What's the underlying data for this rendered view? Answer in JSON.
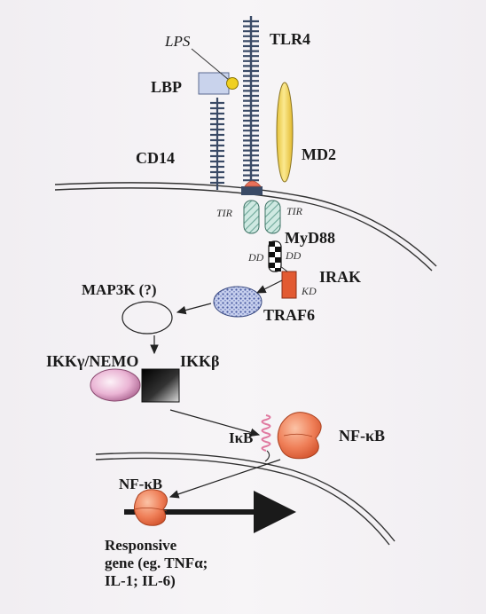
{
  "labels": {
    "lps": "LPS",
    "tlr4": "TLR4",
    "lbp": "LBP",
    "md2": "MD2",
    "cd14": "CD14",
    "tir_left": "TIR",
    "tir_right": "TIR",
    "myd88": "MyD88",
    "dd_left": "DD",
    "dd_right": "DD",
    "irak": "IRAK",
    "kd": "KD",
    "map3k": "MAP3K (?)",
    "traf6": "TRAF6",
    "ikk_nemo": "IKKγ/NEMO",
    "ikk_beta": "IKKβ",
    "ikb": "IκB",
    "nfkb_cyto": "NF-κB",
    "nfkb_nuclear": "NF-κB",
    "gene_line1": "Responsive",
    "gene_line2": "gene (eg. TNFα;",
    "gene_line3": "IL-1; IL-6)"
  },
  "colors": {
    "receptor": "#3a4a66",
    "md2": "#f2d24a",
    "lbp": "#c9d3ec",
    "lps": "#f0d020",
    "tir": "#b7dcd4",
    "tir_receptor": "#e9705a",
    "irak": "#e25a32",
    "traf6": "#b9c4e6",
    "nemo": "#ecb6d6",
    "nfkb": "#ee7a55",
    "ikb": "#e07aa0"
  }
}
